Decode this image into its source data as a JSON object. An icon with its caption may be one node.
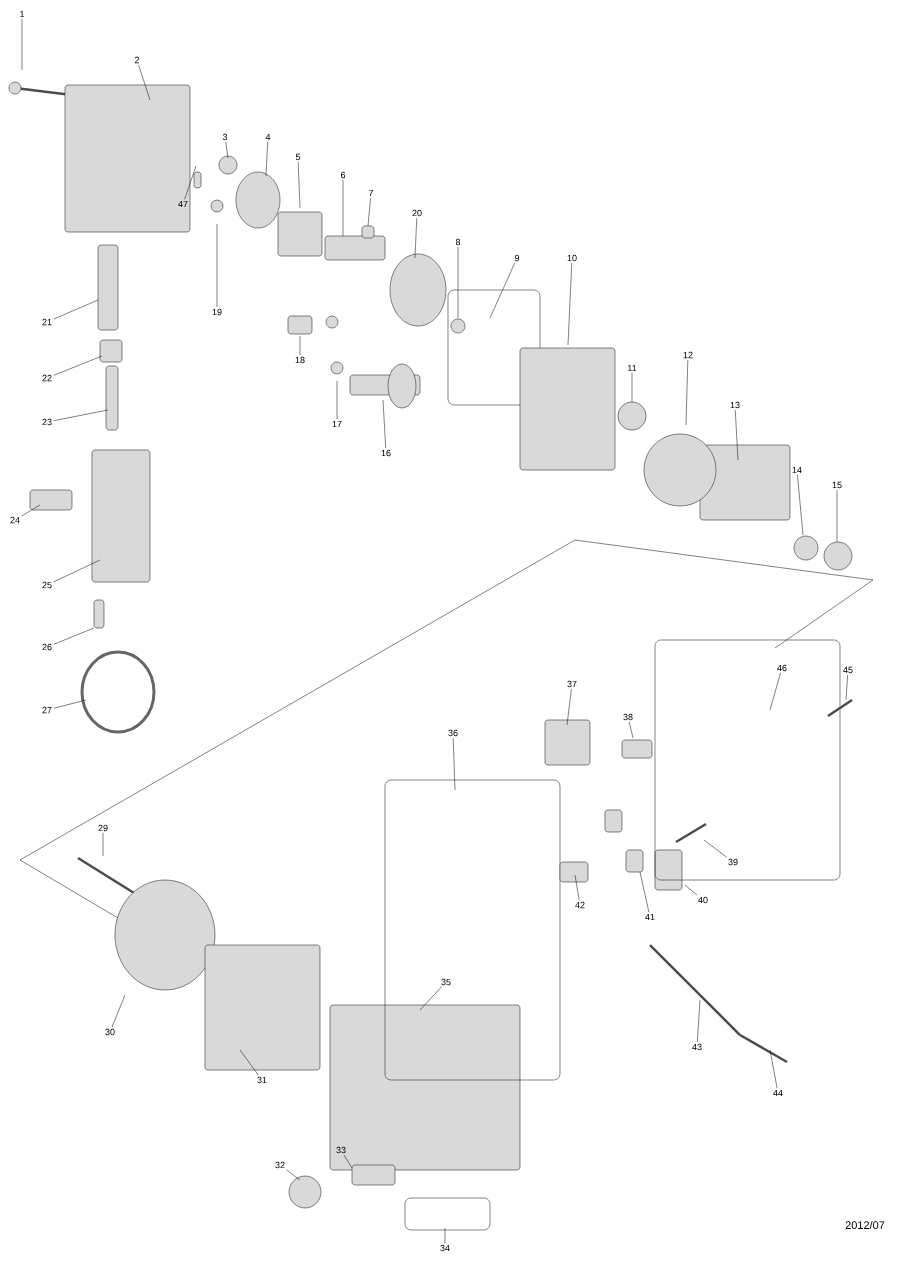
{
  "diagram": {
    "nodes": [
      {
        "text": [
          "1"
        ]
      },
      {
        "text": [
          "2"
        ]
      },
      {
        "text": [
          "3"
        ]
      },
      {
        "text": [
          "4"
        ]
      },
      {
        "text": [
          "5"
        ]
      },
      {
        "text": [
          "6"
        ]
      },
      {
        "text": [
          "7"
        ]
      },
      {
        "text": [
          "20"
        ]
      },
      {
        "text": [
          "8"
        ]
      },
      {
        "text": [
          "9"
        ]
      },
      {
        "text": [
          "10"
        ]
      },
      {
        "text": [
          "47"
        ]
      },
      {
        "text": [
          "19"
        ]
      },
      {
        "text": [
          "18"
        ]
      },
      {
        "text": [
          "17"
        ]
      },
      {
        "text": [
          "16"
        ]
      },
      {
        "text": [
          "11"
        ]
      },
      {
        "text": [
          "12"
        ]
      },
      {
        "text": [
          "13"
        ]
      },
      {
        "text": [
          "14"
        ]
      },
      {
        "text": [
          "15"
        ]
      },
      {
        "text": [
          "21"
        ]
      },
      {
        "text": [
          "22"
        ]
      },
      {
        "text": [
          "23"
        ]
      },
      {
        "text": [
          "24"
        ]
      },
      {
        "text": [
          "25"
        ]
      },
      {
        "text": [
          "26"
        ]
      },
      {
        "text": [
          "27"
        ]
      },
      {
        "text": [
          "46"
        ]
      },
      {
        "text": [
          "45"
        ]
      },
      {
        "text": [
          "37"
        ]
      },
      {
        "text": [
          "38"
        ]
      },
      {
        "text": [
          "36"
        ]
      },
      {
        "text": [
          "29"
        ]
      },
      {
        "text": [
          "39"
        ]
      },
      {
        "text": [
          "42"
        ]
      },
      {
        "text": [
          "40"
        ]
      },
      {
        "text": [
          "41"
        ]
      },
      {
        "text": [
          "35"
        ]
      },
      {
        "text": [
          "30"
        ]
      },
      {
        "text": [
          "43"
        ]
      },
      {
        "text": [
          "31"
        ]
      },
      {
        "text": [
          "44"
        ]
      },
      {
        "text": [
          "33"
        ]
      },
      {
        "text": [
          "32"
        ]
      },
      {
        "text": [
          "34"
        ]
      }
    ],
    "edges": [
      {
        "from": 0,
        "to": null,
        "arrow": "none"
      },
      {
        "from": 1,
        "to": null,
        "arrow": "none"
      },
      {
        "from": 2,
        "to": null,
        "arrow": "none"
      },
      {
        "from": 3,
        "to": null,
        "arrow": "none"
      },
      {
        "from": 4,
        "to": null,
        "arrow": "none"
      },
      {
        "from": 5,
        "to": null,
        "arrow": "none"
      },
      {
        "from": 6,
        "to": null,
        "arrow": "none"
      },
      {
        "from": 7,
        "to": null,
        "arrow": "none"
      },
      {
        "from": 8,
        "to": null,
        "arrow": "none"
      },
      {
        "from": 9,
        "to": null,
        "arrow": "none"
      },
      {
        "from": 10,
        "to": null,
        "arrow": "none"
      },
      {
        "from": 11,
        "to": null,
        "arrow": "none"
      },
      {
        "from": 12,
        "to": null,
        "arrow": "none"
      },
      {
        "from": 13,
        "to": null,
        "arrow": "none"
      },
      {
        "from": 14,
        "to": null,
        "arrow": "none"
      },
      {
        "from": 15,
        "to": null,
        "arrow": "none"
      },
      {
        "from": 16,
        "to": null,
        "arrow": "none"
      },
      {
        "from": 17,
        "to": null,
        "arrow": "none"
      },
      {
        "from": 18,
        "to": null,
        "arrow": "none"
      },
      {
        "from": 19,
        "to": null,
        "arrow": "none"
      },
      {
        "from": 20,
        "to": null,
        "arrow": "none"
      },
      {
        "from": 21,
        "to": null,
        "arrow": "none"
      },
      {
        "from": 22,
        "to": null,
        "arrow": "none"
      },
      {
        "from": 23,
        "to": null,
        "arrow": "none"
      },
      {
        "from": 24,
        "to": null,
        "arrow": "none"
      },
      {
        "from": 25,
        "to": null,
        "arrow": "none"
      },
      {
        "from": 26,
        "to": null,
        "arrow": "none"
      },
      {
        "from": 27,
        "to": null,
        "arrow": "none"
      },
      {
        "from": 28,
        "to": null,
        "arrow": "none"
      },
      {
        "from": 29,
        "to": null,
        "arrow": "none"
      },
      {
        "from": 30,
        "to": null,
        "arrow": "none"
      },
      {
        "from": 31,
        "to": null,
        "arrow": "none"
      },
      {
        "from": 32,
        "to": null,
        "arrow": "none"
      },
      {
        "from": 33,
        "to": null,
        "arrow": "none"
      },
      {
        "from": 34,
        "to": null,
        "arrow": "none"
      },
      {
        "from": 35,
        "to": null,
        "arrow": "none"
      },
      {
        "from": 36,
        "to": null,
        "arrow": "none"
      },
      {
        "from": 37,
        "to": null,
        "arrow": "none"
      },
      {
        "from": 38,
        "to": null,
        "arrow": "none"
      },
      {
        "from": 39,
        "to": null,
        "arrow": "none"
      },
      {
        "from": 40,
        "to": null,
        "arrow": "none"
      },
      {
        "from": 41,
        "to": null,
        "arrow": "none"
      },
      {
        "from": 42,
        "to": null,
        "arrow": "none"
      },
      {
        "from": 43,
        "to": null,
        "arrow": "none"
      },
      {
        "from": 44,
        "to": null,
        "arrow": "none"
      },
      {
        "from": 45,
        "to": null,
        "arrow": "none"
      }
    ],
    "labels": [
      "2012/07"
    ]
  }
}
